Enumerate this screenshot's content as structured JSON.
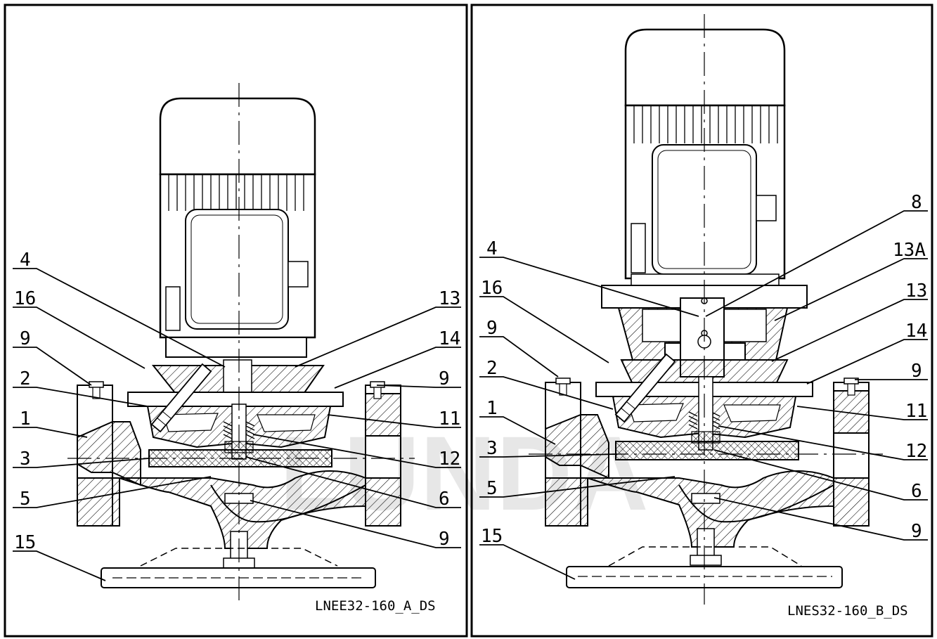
{
  "watermark": "LUNDA",
  "panels": [
    {
      "id": "left",
      "caption": "LNEE32-160_A_DS",
      "labels": {
        "l4": "4",
        "l16": "16",
        "l9a": "9",
        "l2": "2",
        "l1": "1",
        "l3": "3",
        "l5": "5",
        "l15": "15",
        "r13": "13",
        "r14": "14",
        "r9a": "9",
        "r11": "11",
        "r12": "12",
        "r6": "6",
        "r9b": "9"
      }
    },
    {
      "id": "right",
      "caption": "LNES32-160_B_DS",
      "labels": {
        "l4": "4",
        "l16": "16",
        "l9a": "9",
        "l2": "2",
        "l1": "1",
        "l3": "3",
        "l5": "5",
        "l15": "15",
        "r8": "8",
        "r13A": "13A",
        "r13": "13",
        "r14": "14",
        "r9a": "9",
        "r11": "11",
        "r12": "12",
        "r6": "6",
        "r9b": "9"
      }
    }
  ]
}
